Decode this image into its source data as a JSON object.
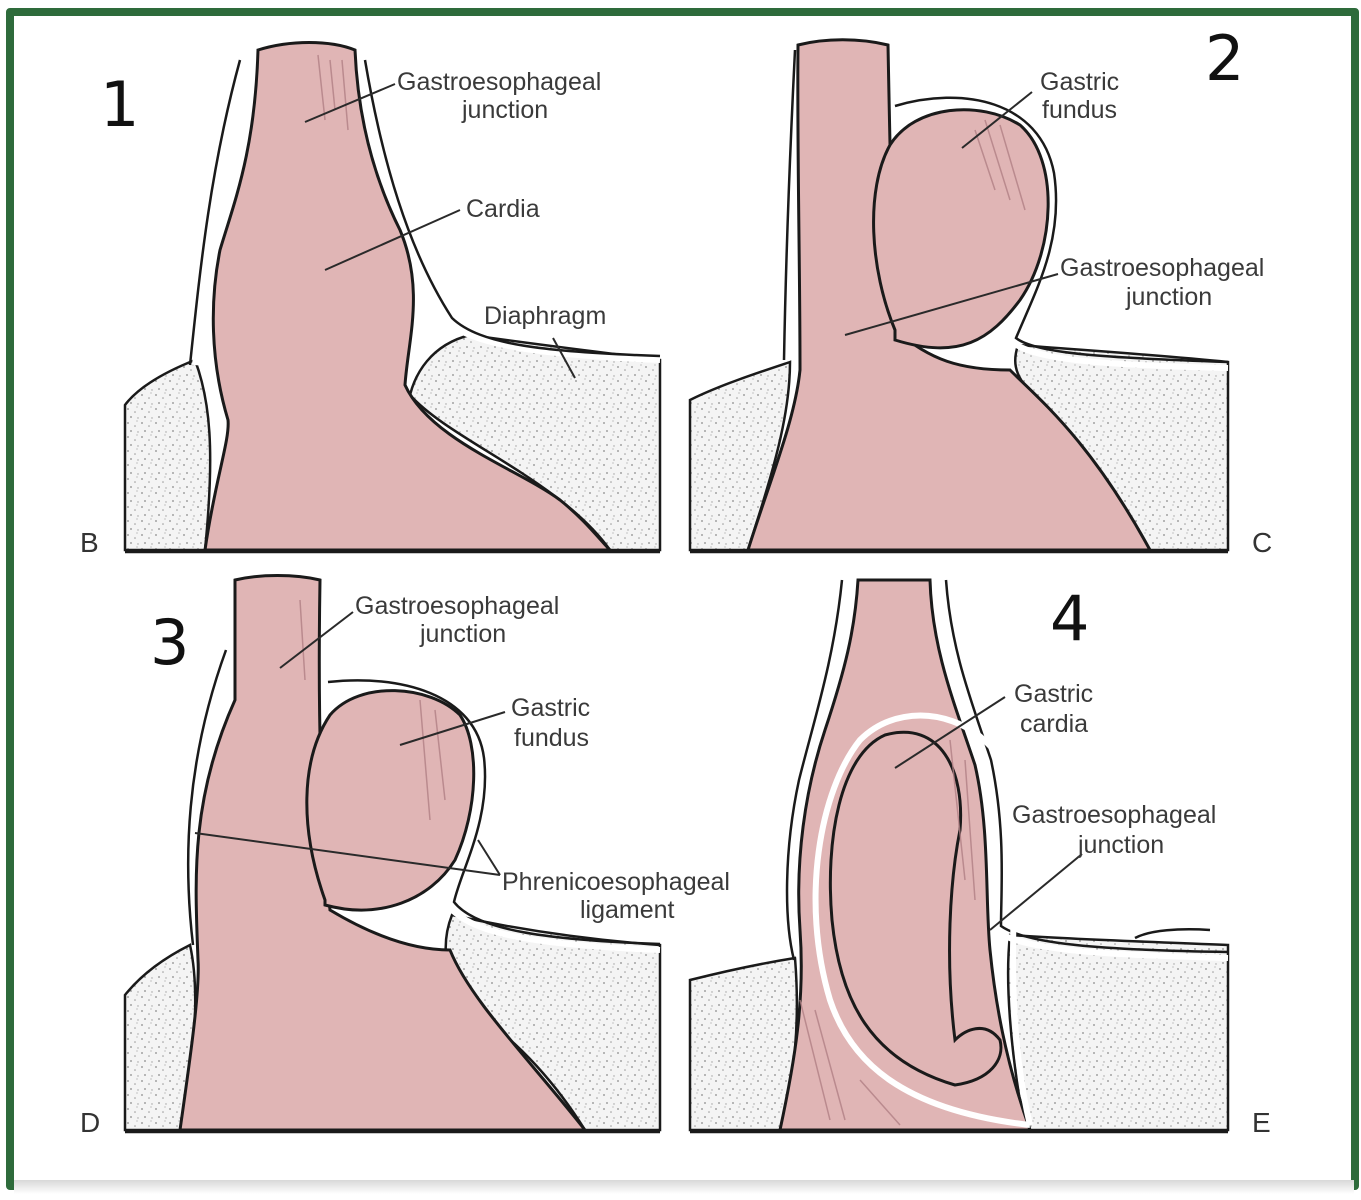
{
  "panels": {
    "B": {
      "number": "1",
      "letter": "B",
      "labels": {
        "gej_line1": "Gastroesophageal",
        "gej_line2": "junction",
        "cardia": "Cardia",
        "diaphragm": "Diaphragm"
      }
    },
    "C": {
      "number": "2",
      "letter": "C",
      "labels": {
        "fundus_line1": "Gastric",
        "fundus_line2": "fundus",
        "gej_line1": "Gastroesophageal",
        "gej_line2": "junction"
      }
    },
    "D": {
      "number": "3",
      "letter": "D",
      "labels": {
        "gej_line1": "Gastroesophageal",
        "gej_line2": "junction",
        "fundus_line1": "Gastric",
        "fundus_line2": "fundus",
        "ligament_line1": "Phrenicoesophageal",
        "ligament_line2": "ligament"
      }
    },
    "E": {
      "number": "4",
      "letter": "E",
      "labels": {
        "cardia_line1": "Gastric",
        "cardia_line2": "cardia",
        "gej_line1": "Gastroesophageal",
        "gej_line2": "junction"
      }
    }
  },
  "colors": {
    "frame": "#2e6b3b",
    "tissue": "#e0b5b5",
    "outline": "#1a1a1a"
  }
}
